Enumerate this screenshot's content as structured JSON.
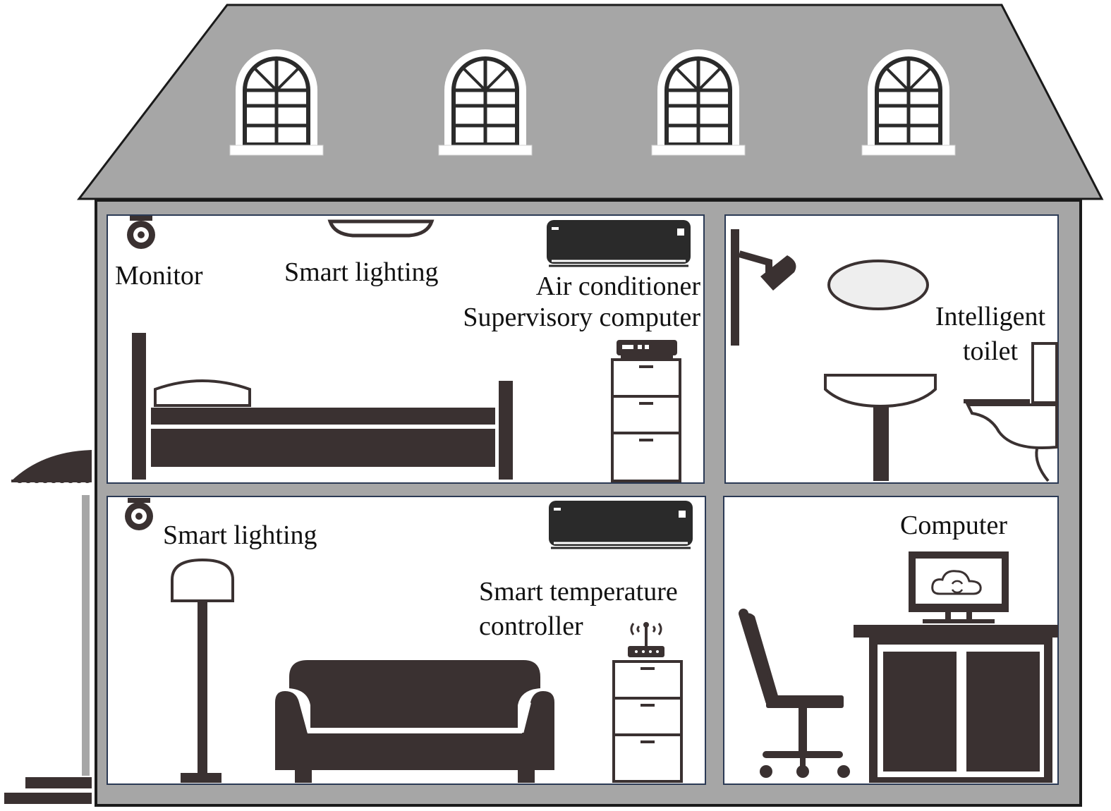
{
  "labels": {
    "monitor": "Monitor",
    "smart_lighting_upper": "Smart lighting",
    "air_conditioner": "Air conditioner",
    "supervisory_computer": "Supervisory computer",
    "intelligent_toilet_line1": "Intelligent",
    "intelligent_toilet_line2": "toilet",
    "smart_lighting_lower": "Smart lighting",
    "smart_temperature_line1": "Smart temperature",
    "smart_temperature_line2": "controller",
    "computer": "Computer"
  },
  "colors": {
    "roof": "#a6a6a6",
    "wall": "#a6a6a6",
    "outline": "#1a1a1a",
    "furniture": "#3a3131",
    "room_border": "#2b3a55",
    "room_fill": "#ffffff"
  }
}
